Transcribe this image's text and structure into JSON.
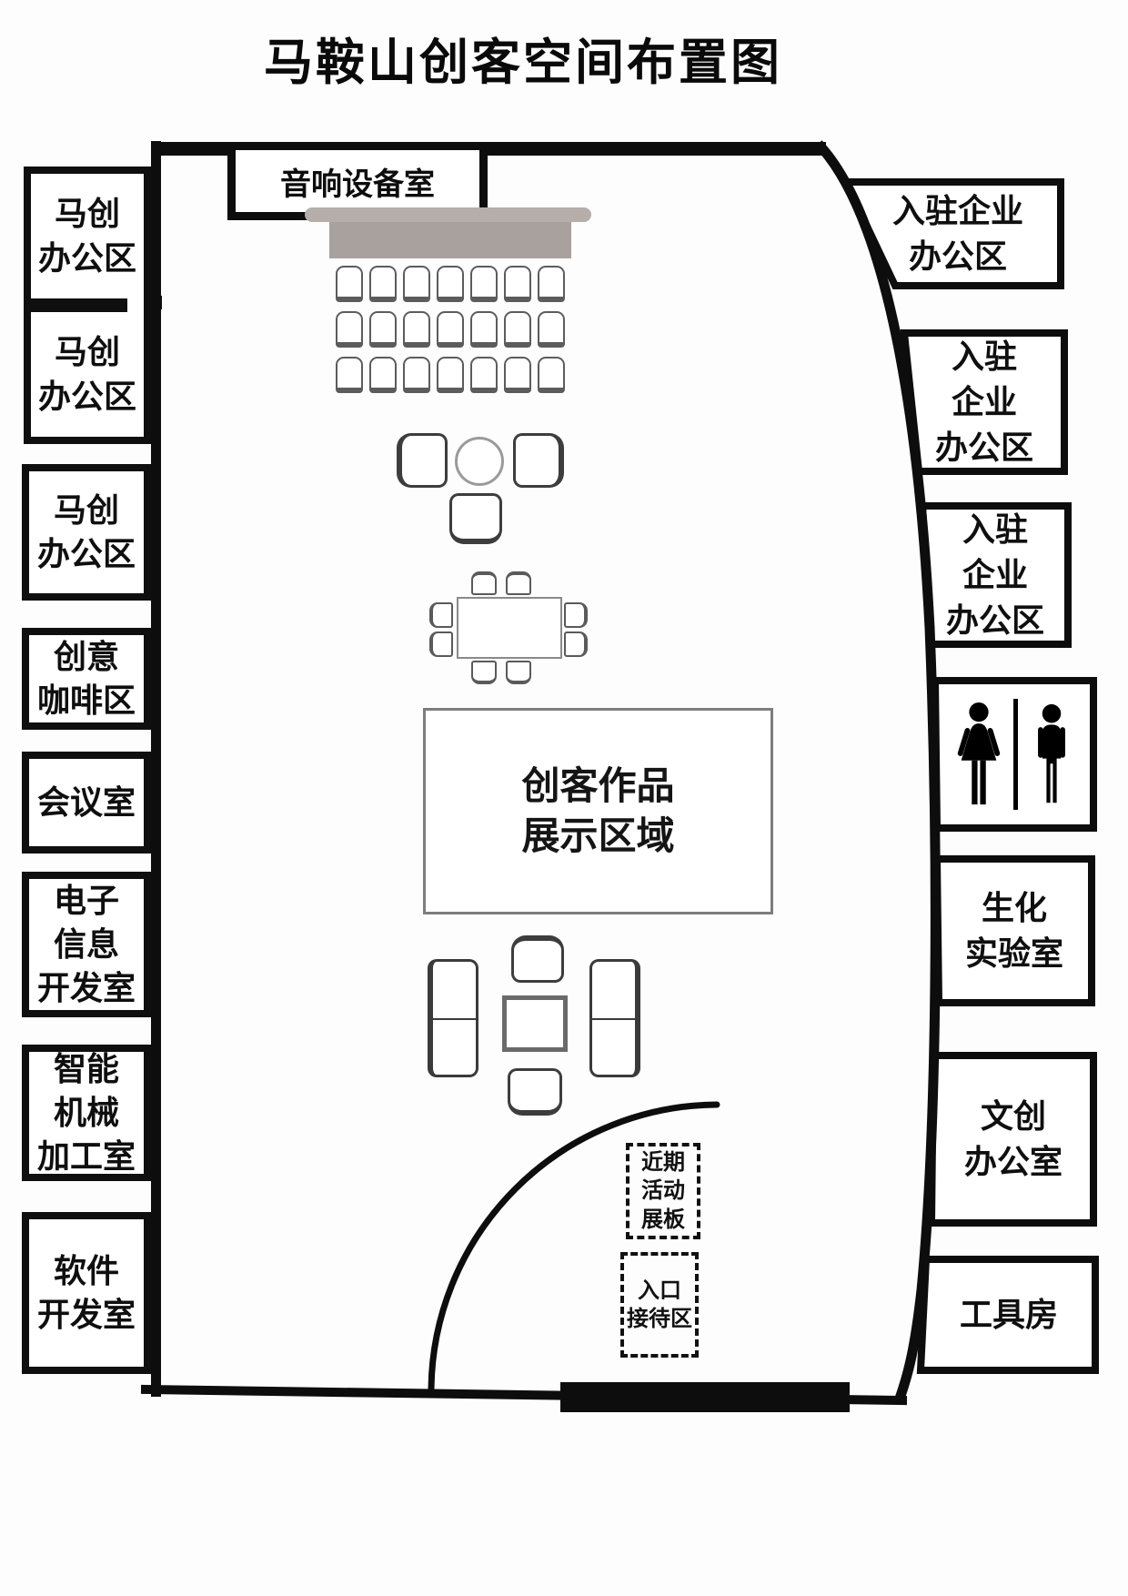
{
  "title": "马鞍山创客空间布置图",
  "colors": {
    "wall": "#0d0d0d",
    "stage_back": "#b5aeab",
    "stage": "#a8a19e",
    "display_border": "#7d7d7d"
  },
  "top_room": {
    "label": "音响设备室"
  },
  "left_rooms": [
    {
      "name": "machuang-office-1",
      "lines": [
        "马创",
        "办公区"
      ]
    },
    {
      "name": "machuang-office-2",
      "lines": [
        "马创",
        "办公区"
      ]
    },
    {
      "name": "machuang-office-3",
      "lines": [
        "马创",
        "办公区"
      ]
    },
    {
      "name": "creative-coffee",
      "lines": [
        "创意",
        "咖啡区"
      ]
    },
    {
      "name": "meeting-room",
      "lines": [
        "会议室"
      ]
    },
    {
      "name": "electronics-info-dev",
      "lines": [
        "电子",
        "信息",
        "开发室"
      ]
    },
    {
      "name": "smart-machining",
      "lines": [
        "智能",
        "机械",
        "加工室"
      ]
    },
    {
      "name": "software-dev",
      "lines": [
        "软件",
        "开发室"
      ]
    }
  ],
  "right_rooms": [
    {
      "name": "tenant-office-1",
      "lines": [
        "入驻企业",
        "办公区"
      ]
    },
    {
      "name": "tenant-office-2",
      "lines": [
        "入驻",
        "企业",
        "办公区"
      ]
    },
    {
      "name": "tenant-office-3",
      "lines": [
        "入驻",
        "企业",
        "办公区"
      ]
    },
    {
      "name": "restroom",
      "icons": [
        "female-icon",
        "male-icon"
      ]
    },
    {
      "name": "biochem-lab",
      "lines": [
        "生化",
        "实验室"
      ]
    },
    {
      "name": "cultural-creative-office",
      "lines": [
        "文创",
        "办公室"
      ]
    },
    {
      "name": "tool-room",
      "lines": [
        "工具房"
      ]
    }
  ],
  "center_area": {
    "lines": [
      "创客作品",
      "展示区域"
    ]
  },
  "annotations": [
    {
      "name": "recent-activity-board",
      "lines": [
        "近期",
        "活动",
        "展板"
      ]
    },
    {
      "name": "entrance-reception",
      "lines": [
        "入口",
        "接待区"
      ]
    }
  ]
}
